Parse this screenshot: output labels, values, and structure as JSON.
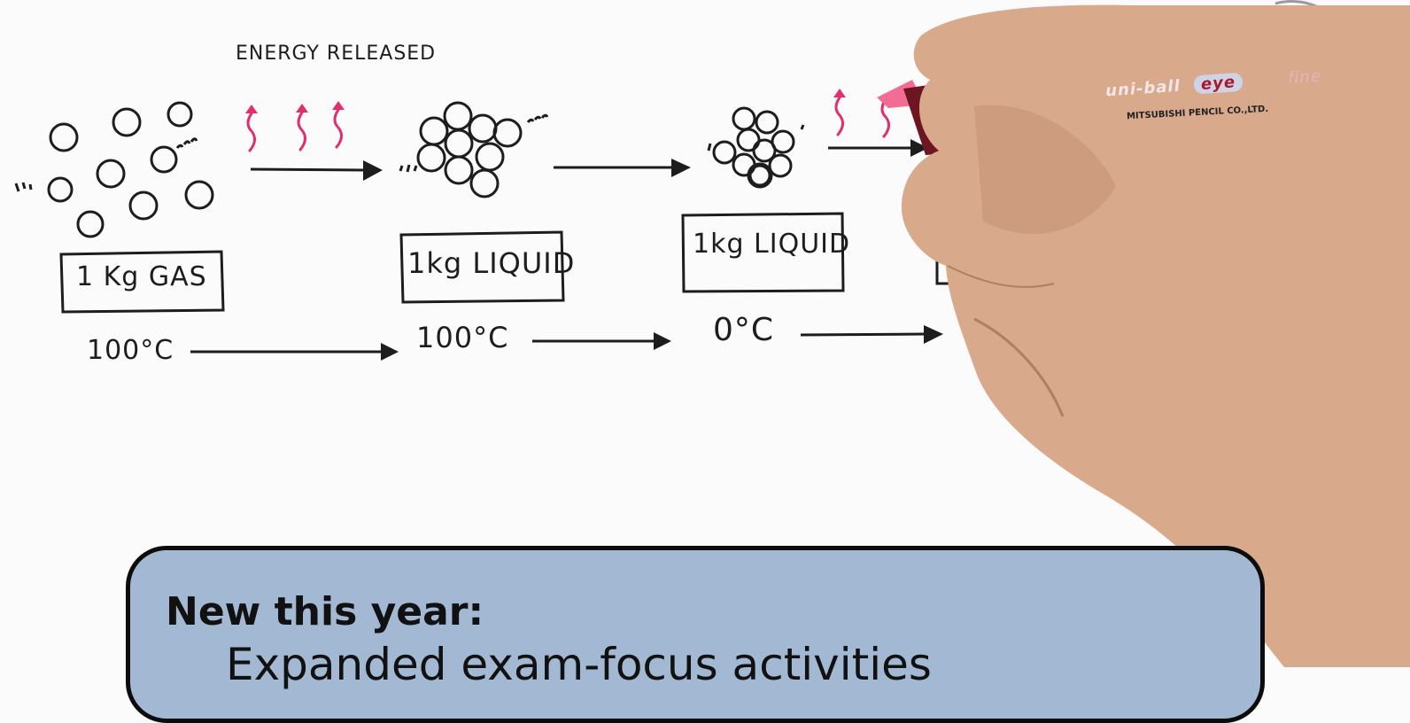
{
  "drawing": {
    "title": "ENERGY RELEASED",
    "states": [
      {
        "label": "1 Kg GAS",
        "temperature": "100°C"
      },
      {
        "label": "1kg LIQUID",
        "temperature": "100°C"
      },
      {
        "label": "1kg LIQUID",
        "temperature": "0°C"
      }
    ]
  },
  "pen": {
    "brand": "uni-ball",
    "model": "eye",
    "tip": "fine",
    "maker": "MITSUBISHI PENCIL CO.,LTD."
  },
  "caption": {
    "heading": "New this year:",
    "line": "Expanded exam-focus activities"
  },
  "colors": {
    "ink": "#1d1d1d",
    "energy_pink": "#e0306a",
    "caption_bg": "#a3b8d3",
    "pen_body": "#8a0f1e",
    "skin": "#d9a98c"
  }
}
